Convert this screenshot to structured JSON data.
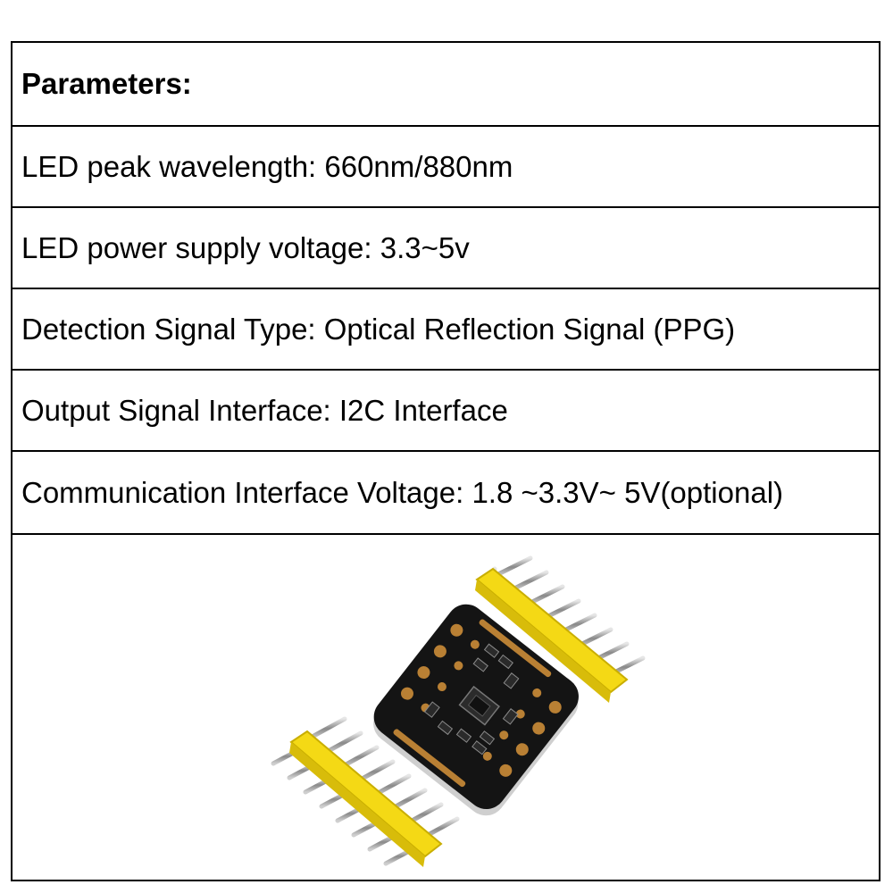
{
  "header": "Parameters:",
  "params": [
    "LED peak wavelength: 660nm/880nm",
    "LED power supply voltage: 3.3~5v",
    "Detection Signal Type: Optical Reflection Signal (PPG)",
    "Output Signal Interface: I2C Interface",
    "Communication Interface Voltage: 1.8 ~3.3V~ 5V(optional)"
  ],
  "colors": {
    "border": "#000000",
    "pcb": "#151515",
    "header_pin": "#f4d915",
    "gold": "#c68b2e"
  }
}
